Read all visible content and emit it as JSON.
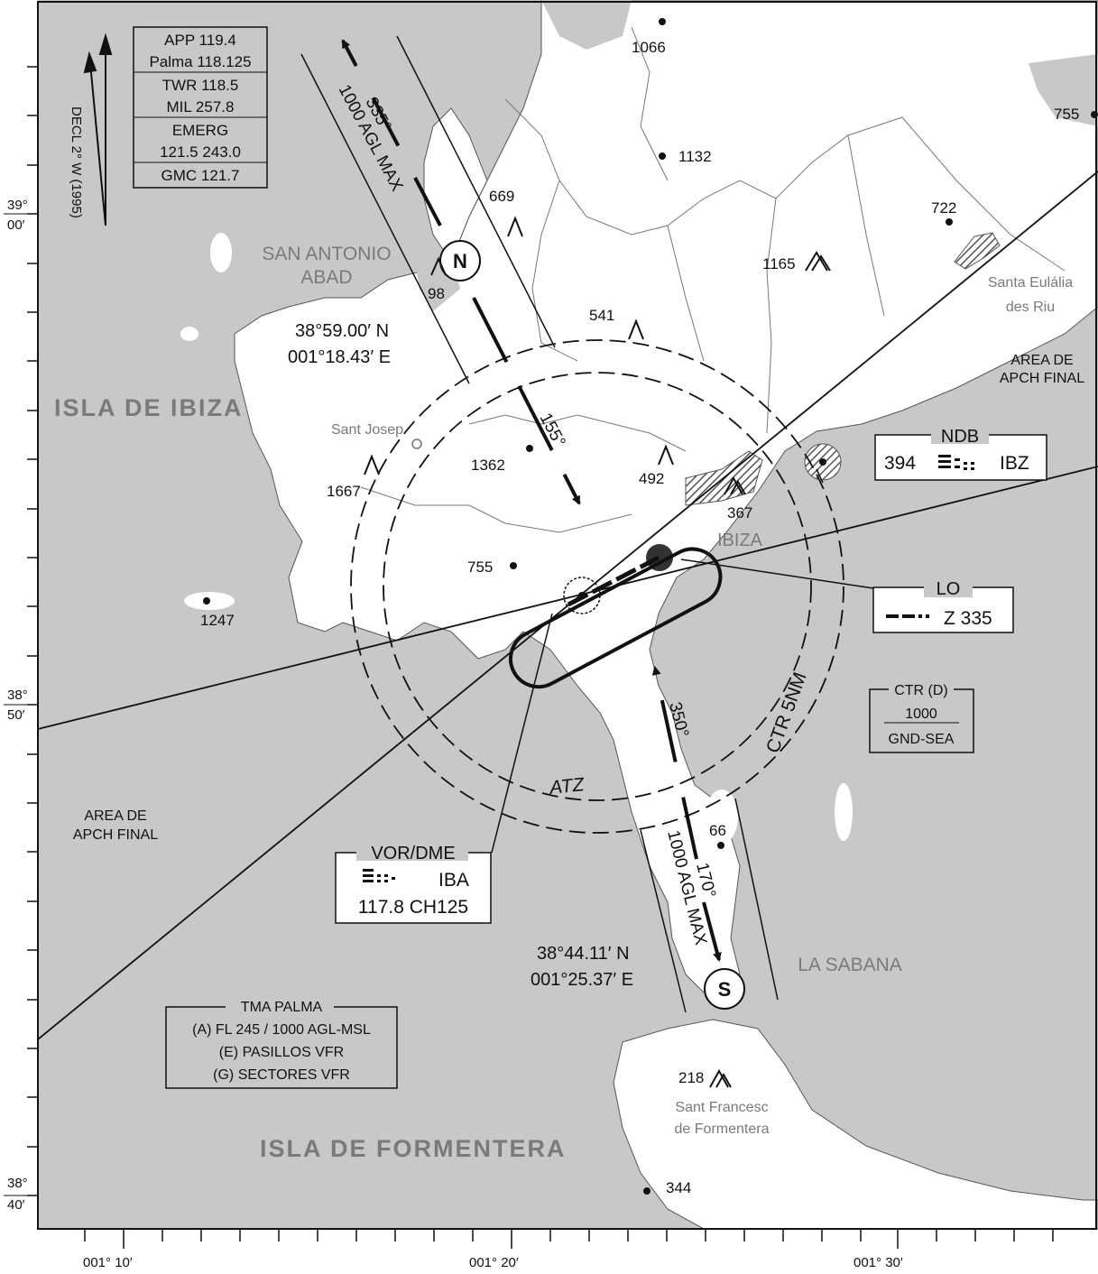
{
  "comms": {
    "app": "APP  119.4",
    "palma": "Palma 118.125",
    "twr": "TWR  118.5",
    "mil": "MIL  257.8",
    "emerg": "EMERG",
    "emerg_freqs": "121.5  243.0",
    "gmc": "GMC  121.7"
  },
  "declination": "DECL 2° W (1995)",
  "islands": {
    "ibiza": "ISLA DE IBIZA",
    "formentera": "ISLA DE FORMENTERA"
  },
  "towns": {
    "san_antonio_1": "SAN ANTONIO",
    "san_antonio_2": "ABAD",
    "sant_josep": "Sant Josep",
    "ibiza": "IBIZA",
    "santa_eulalia_1": "Santa Eulália",
    "santa_eulalia_2": "des Riu",
    "la_sabana": "LA SABANA",
    "sant_francesc_1": "Sant Francesc",
    "sant_francesc_2": "de Formentera"
  },
  "elevations": {
    "e1066": "1066",
    "e755ne": "755",
    "e1132": "1132",
    "e669": "669",
    "e722": "722",
    "e1165": "1165",
    "e98": "98",
    "e541": "541",
    "e1362": "1362",
    "e492": "492",
    "e1667": "1667",
    "e367": "367",
    "e755": "755",
    "e1247": "1247",
    "e66": "66",
    "e218": "218",
    "e344": "344"
  },
  "points": {
    "north": {
      "letter": "N",
      "lat": "38°59.00′ N",
      "lon": "001°18.43′ E",
      "outbound": "335°",
      "alt": "1000 AGL MAX",
      "inbound": "155°"
    },
    "south": {
      "letter": "S",
      "lat": "38°44.11′ N",
      "lon": "001°25.37′ E",
      "inbound": "350°",
      "alt": "1000 AGL MAX",
      "outbound": "170°"
    }
  },
  "airspace": {
    "atz": "ATZ",
    "ctr_ring": "CTR 5NM",
    "ctr_box_title": "CTR (D)",
    "ctr_box_upper": "1000",
    "ctr_box_lower": "GND-SEA",
    "apch_east_1": "AREA DE",
    "apch_east_2": "APCH FINAL",
    "apch_west_1": "AREA DE",
    "apch_west_2": "APCH FINAL",
    "tma_title": "TMA PALMA",
    "tma_a": "(A) FL 245 / 1000 AGL-MSL",
    "tma_e": "(E) PASILLOS VFR",
    "tma_g": "(G) SECTORES VFR"
  },
  "navaids": {
    "ndb": {
      "title": "NDB",
      "freq": "394",
      "ident": "IBZ"
    },
    "lo": {
      "title": "LO",
      "ident": "Z 335"
    },
    "vor": {
      "title": "VOR/DME",
      "ident": "IBA",
      "freq": "117.8 CH125"
    }
  },
  "grid": {
    "lat_39_deg": "39°",
    "lat_39_min": "00′",
    "lat_3850_deg": "38°",
    "lat_3850_min": "50′",
    "lat_3840_deg": "38°",
    "lat_3840_min": "40′",
    "lon_10": "001°  10′",
    "lon_20": "001°  20′",
    "lon_30": "001°  30′"
  },
  "colors": {
    "sea": "#c8c8c8",
    "land": "#ffffff",
    "line": "#111111",
    "hatch": "#555555"
  }
}
